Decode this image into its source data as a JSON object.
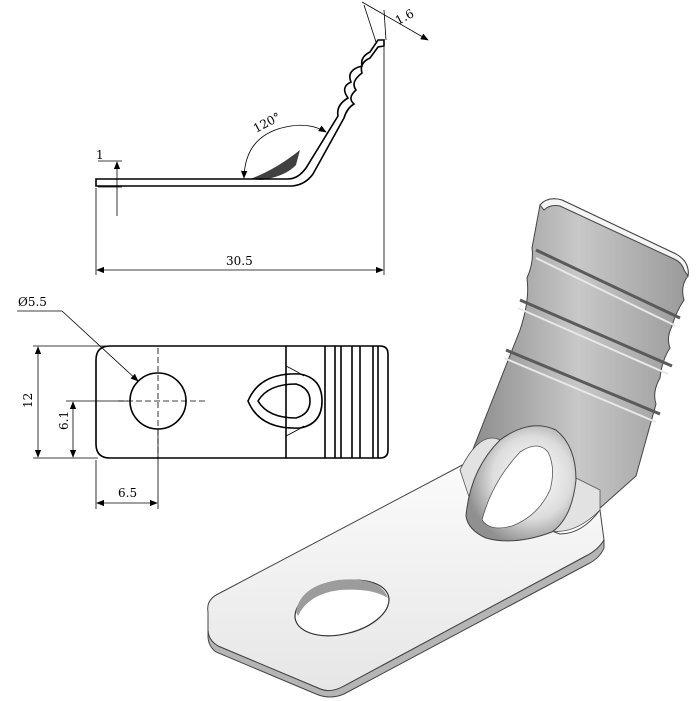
{
  "side_view": {
    "angle_label": "120°",
    "thickness_label": "1.6",
    "thin_label": "1",
    "length_label": "30.5"
  },
  "top_view": {
    "hole_dia_label": "Ø5.5",
    "width_label": "12",
    "hole_y_label": "6.1",
    "hole_x_label": "6.5"
  },
  "colors": {
    "ink": "#000000",
    "part_face_light": "#f2f2f2",
    "part_face_mid": "#cfcfcf",
    "part_face_dark": "#8a8a8a"
  }
}
